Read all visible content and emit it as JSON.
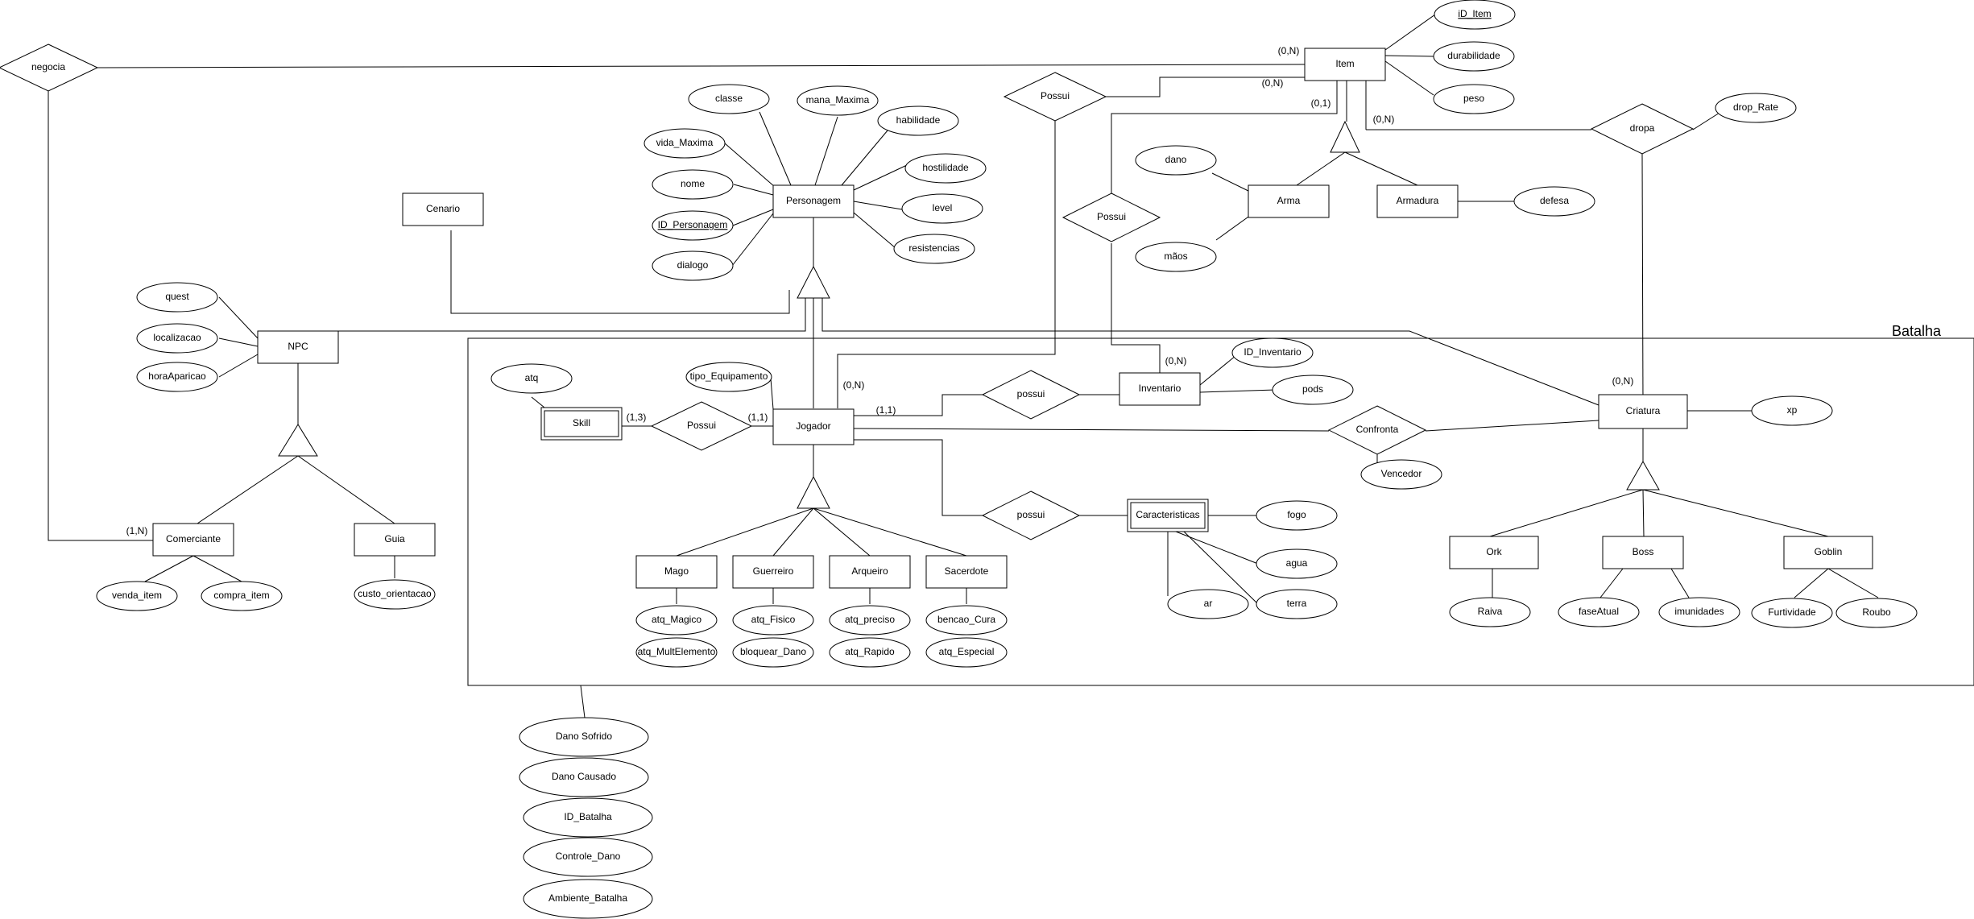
{
  "diagram": {
    "frame_title": "Batalha",
    "entities": {
      "item": "Item",
      "personagem": "Personagem",
      "cenario": "Cenario",
      "npc": "NPC",
      "comerciante": "Comerciante",
      "guia": "Guia",
      "arma": "Arma",
      "armadura": "Armadura",
      "jogador": "Jogador",
      "skill": "Skill",
      "inventario": "Inventario",
      "caracteristicas": "Caracteristicas",
      "criatura": "Criatura",
      "mago": "Mago",
      "guerreiro": "Guerreiro",
      "arqueiro": "Arqueiro",
      "sacerdote": "Sacerdote",
      "ork": "Ork",
      "boss": "Boss",
      "goblin": "Goblin"
    },
    "relationships": {
      "negocia": "negocia",
      "possui_top": "Possui",
      "possui_mid": "Possui",
      "dropa": "dropa",
      "possui_inv": "possui",
      "possui_skill": "Possui",
      "possui_carac": "possui",
      "confronta": "Confronta"
    },
    "attributes": {
      "id_item": "iD_Item",
      "durabilidade": "durabilidade",
      "peso": "peso",
      "drop_rate": "drop_Rate",
      "classe": "classe",
      "mana_maxima": "mana_Maxima",
      "habilidade": "habilidade",
      "vida_maxima": "vida_Maxima",
      "hostilidade": "hostilidade",
      "nome": "nome",
      "level": "level",
      "id_personagem": "ID_Personagem",
      "resistencias": "resistencias",
      "dialogo": "dialogo",
      "dano": "dano",
      "maos": "mãos",
      "defesa": "defesa",
      "quest": "quest",
      "localizacao": "localizacao",
      "hora_aparicao": "horaAparicao",
      "venda_item": "venda_item",
      "compra_item": "compra_item",
      "custo_orientacao": "custo_orientacao",
      "atq": "atq",
      "tipo_equipamento": "tipo_Equipamento",
      "id_inventario": "ID_Inventario",
      "pods": "pods",
      "xp": "xp",
      "vencedor": "Vencedor",
      "fogo": "fogo",
      "agua": "agua",
      "terra": "terra",
      "ar": "ar",
      "atq_magico": "atq_Magico",
      "atq_multelemento": "atq_MultElemento",
      "atq_fisico": "atq_Fisico",
      "bloquear_dano": "bloquear_Dano",
      "atq_preciso": "atq_preciso",
      "atq_rapido": "atq_Rapido",
      "bencao_cura": "bencao_Cura",
      "atq_especial": "atq_Especial",
      "raiva": "Raiva",
      "fase_atual": "faseAtual",
      "imunidades": "imunidades",
      "furtividade": "Furtividade",
      "roubo": "Roubo",
      "dano_sofrido": "Dano Sofrido",
      "dano_causado": "Dano Causado",
      "id_batalha": "ID_Batalha",
      "controle_dano": "Controle_Dano",
      "ambiente_batalha": "Ambiente_Batalha"
    },
    "cardinalities": {
      "item_negocia": "(0,N)",
      "item_possui": "(0,N)",
      "item_possui_inv": "(0,1)",
      "item_dropa": "(0,N)",
      "comerciante": "(1,N)",
      "skill": "(1,3)",
      "jogador_skill": "(1,1)",
      "jogador_inv": "(1,1)",
      "jogador_possui": "(0,N)",
      "inventario": "(0,N)",
      "criatura": "(0,N)"
    }
  }
}
